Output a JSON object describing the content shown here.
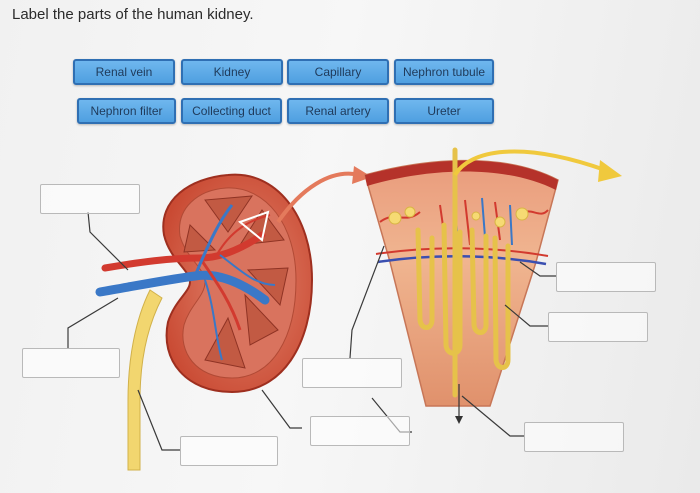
{
  "prompt": "Label the parts of the human kidney.",
  "labels": [
    "Renal vein",
    "Kidney",
    "Capillary",
    "Nephron tubule",
    "Nephron filter",
    "Collecting duct",
    "Renal artery",
    "Ureter"
  ],
  "colors": {
    "chip_fill": "#5aa8e6",
    "chip_border": "#2f6fb3",
    "kidney_outer": "#c8432e",
    "kidney_cortex": "#d9735e",
    "nephron_tissue": "#e8a784",
    "vein": "#3a78c7",
    "artery": "#d23a2f",
    "tubule": "#f3d36a"
  }
}
